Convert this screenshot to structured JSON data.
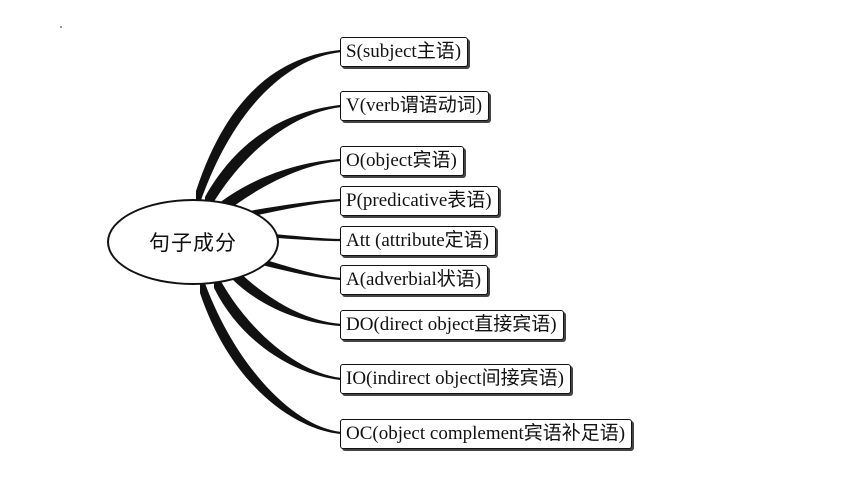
{
  "diagram": {
    "center": {
      "label": "句子成分"
    },
    "branches": [
      {
        "id": "s",
        "label": "S(subject主语)"
      },
      {
        "id": "v",
        "label": "V(verb谓语动词)"
      },
      {
        "id": "o",
        "label": "O(object宾语)"
      },
      {
        "id": "p",
        "label": "P(predicative表语)"
      },
      {
        "id": "att",
        "label": "Att (attribute定语)"
      },
      {
        "id": "a",
        "label": "A(adverbial状语)"
      },
      {
        "id": "do",
        "label": "DO(direct object直接宾语)"
      },
      {
        "id": "io",
        "label": "IO(indirect object间接宾语)"
      },
      {
        "id": "oc",
        "label": "OC(object complement宾语补足语)"
      }
    ],
    "colors": {
      "ink": "#111111",
      "background": "#ffffff"
    }
  }
}
